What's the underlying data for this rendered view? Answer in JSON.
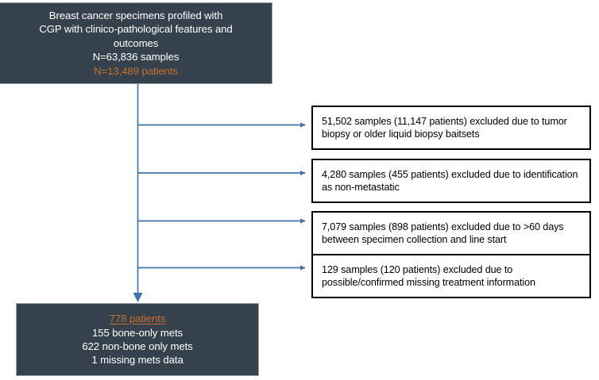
{
  "diagram": {
    "type": "consort-flow-diagram",
    "colors": {
      "box_fill_dark": "#35424E",
      "accent_orange": "#C8702A",
      "connector_blue": "#4472A8",
      "box_border_black": "#000000",
      "background": "#FFFFFF"
    },
    "top_box": {
      "lines": [
        "Breast cancer specimens profiled with",
        "CGP with clinico-pathological features and",
        "outcomes",
        "N=63,836 samples",
        "N=13,489 patients"
      ],
      "line1": "Breast cancer specimens profiled with",
      "line2": "CGP with clinico-pathological features and",
      "line3": "outcomes",
      "line4": "N=63,836 samples",
      "line5": "N=13,489 patients",
      "samples_count": "63,836",
      "patients_count": "13,489"
    },
    "exclusions": [
      {
        "text": "51,502 samples (11,147 patients) excluded due to tumor biopsy or older liquid biopsy baitsets",
        "samples": "51,502",
        "patients": "11,147",
        "reason": "tumor biopsy or older liquid biopsy baitsets"
      },
      {
        "text": "4,280 samples (455 patients) excluded due to identification as non-metastatic",
        "samples": "4,280",
        "patients": "455",
        "reason": "identification as non-metastatic"
      },
      {
        "text": "7,079 samples (898 patients) excluded due to >60 days between specimen collection and line start",
        "samples": "7,079",
        "patients": "898",
        "reason": ">60 days between specimen collection and line start"
      },
      {
        "text": "129 samples (120 patients) excluded due to possible/confirmed missing treatment information",
        "samples": "129",
        "patients": "120",
        "reason": "possible/confirmed missing treatment information"
      }
    ],
    "bottom_box": {
      "lines": [
        "778 patients",
        "155 bone-only mets",
        "622 non-bone only mets",
        "1 missing mets data"
      ],
      "line1": "778 patients",
      "line2": "155 bone-only mets",
      "line3": "622 non-bone only mets",
      "line4": "1 missing mets data",
      "final_patients": "778",
      "bone_only": "155",
      "non_bone_only": "622",
      "missing_mets": "1"
    }
  }
}
